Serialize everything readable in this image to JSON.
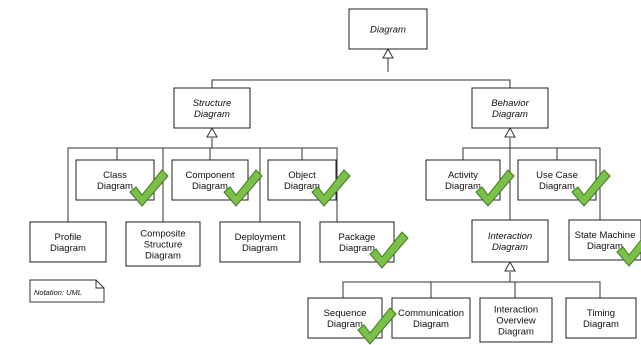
{
  "nodes": {
    "diagram": {
      "lines": [
        "Diagram"
      ],
      "italic": true
    },
    "structure": {
      "lines": [
        "Structure",
        "Diagram"
      ],
      "italic": true
    },
    "behavior": {
      "lines": [
        "Behavior",
        "Diagram"
      ],
      "italic": true
    },
    "class": {
      "lines": [
        "Class",
        "Diagram"
      ],
      "checked": true
    },
    "component": {
      "lines": [
        "Component",
        "Diagram"
      ],
      "checked": true
    },
    "object": {
      "lines": [
        "Object",
        "Diagram"
      ],
      "checked": true
    },
    "profile": {
      "lines": [
        "Profile",
        "Diagram"
      ]
    },
    "composite": {
      "lines": [
        "Composite",
        "Structure",
        "Diagram"
      ]
    },
    "deployment": {
      "lines": [
        "Deployment",
        "Diagram"
      ]
    },
    "package": {
      "lines": [
        "Package",
        "Diagram"
      ],
      "checked": true
    },
    "activity": {
      "lines": [
        "Activity",
        "Diagram"
      ],
      "checked": true
    },
    "usecase": {
      "lines": [
        "Use Case",
        "Diagram"
      ],
      "checked": true
    },
    "interaction": {
      "lines": [
        "Interaction",
        "Diagram"
      ],
      "italic": true
    },
    "statemachine": {
      "lines": [
        "State Machine",
        "Diagram"
      ],
      "checked": true
    },
    "sequence": {
      "lines": [
        "Sequence",
        "Diagram"
      ],
      "checked": true
    },
    "communication": {
      "lines": [
        "Communication",
        "Diagram"
      ]
    },
    "overview": {
      "lines": [
        "Interaction",
        "Overview",
        "Diagram"
      ]
    },
    "timing": {
      "lines": [
        "Timing",
        "Diagram"
      ]
    }
  },
  "note": {
    "text": "Notation: UML"
  },
  "colors": {
    "check_fill": "#7cc04b",
    "check_stroke": "#3d7a1d",
    "box_stroke": "#222222"
  }
}
